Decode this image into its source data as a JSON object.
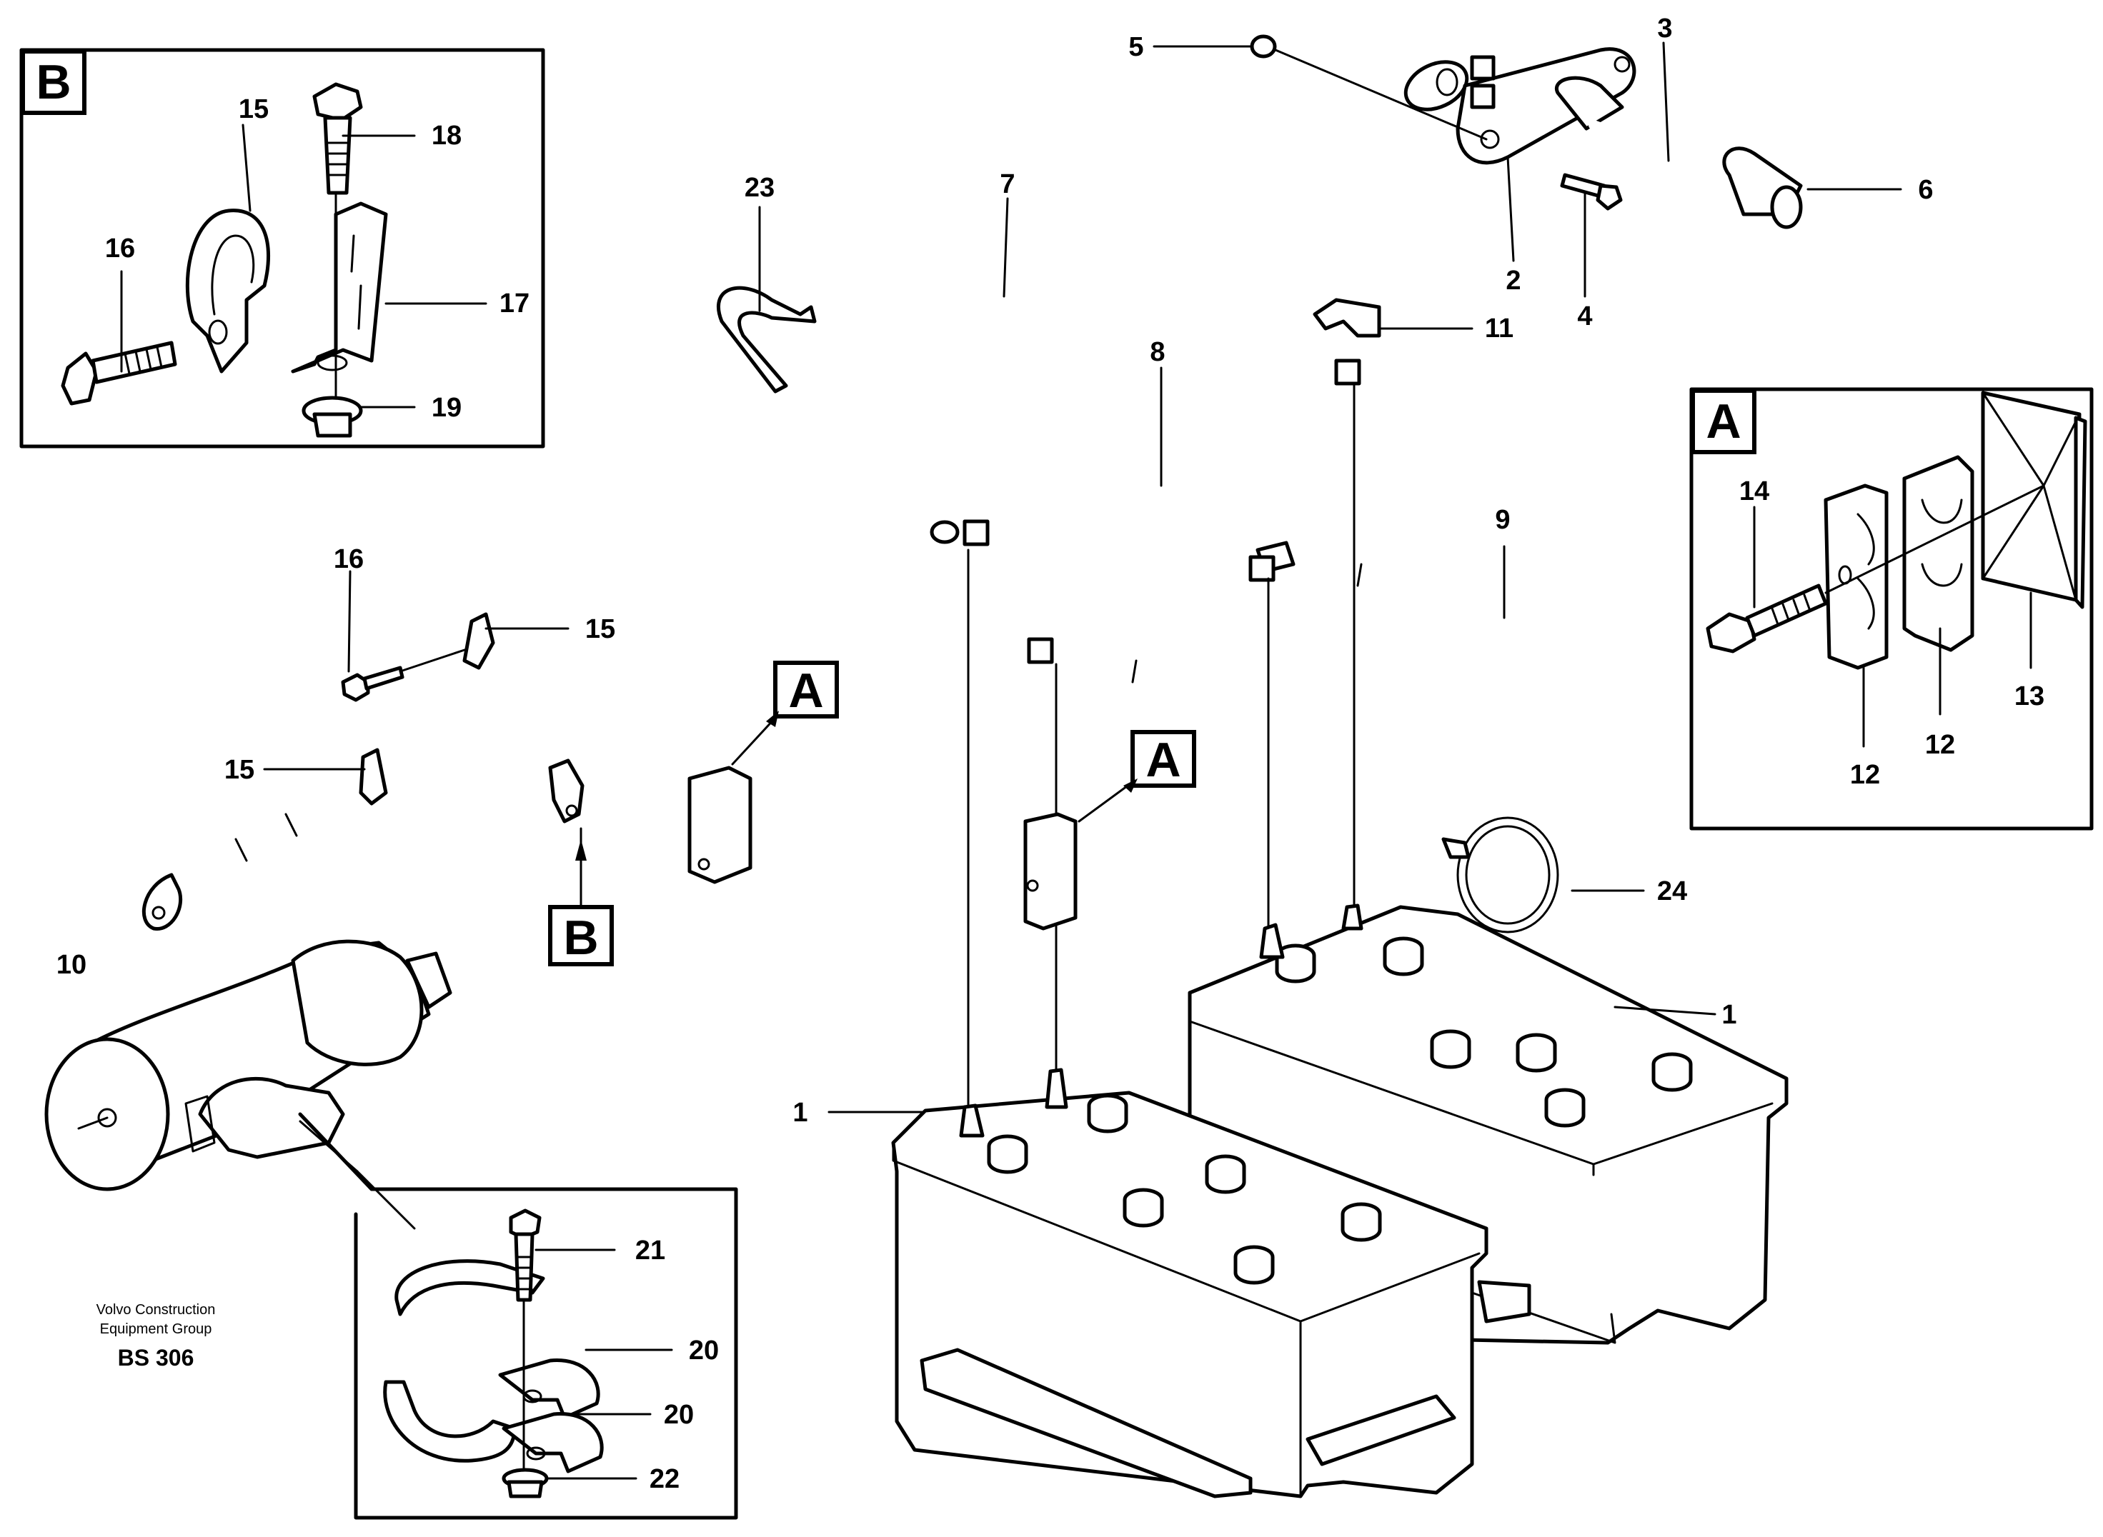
{
  "callouts": {
    "c1a": "1",
    "c1b": "1",
    "c2": "2",
    "c3": "3",
    "c4": "4",
    "c5": "5",
    "c6": "6",
    "c7": "7",
    "c8": "8",
    "c9": "9",
    "c10": "10",
    "c11": "11",
    "c12a": "12",
    "c12b": "12",
    "c13": "13",
    "c14": "14",
    "c15a": "15",
    "c15b": "15",
    "c15c": "15",
    "c16a": "16",
    "c16b": "16",
    "c17": "17",
    "c18": "18",
    "c19": "19",
    "c20a": "20",
    "c20b": "20",
    "c21": "21",
    "c22": "22",
    "c23": "23",
    "c24": "24"
  },
  "detail_labels": {
    "detail_a_box": "A",
    "detail_b_box": "B",
    "ref_a_1": "A",
    "ref_a_2": "A",
    "ref_b": "B"
  },
  "footer": {
    "company_line1": "Volvo Construction",
    "company_line2": "Equipment Group",
    "code": "BS 306"
  }
}
